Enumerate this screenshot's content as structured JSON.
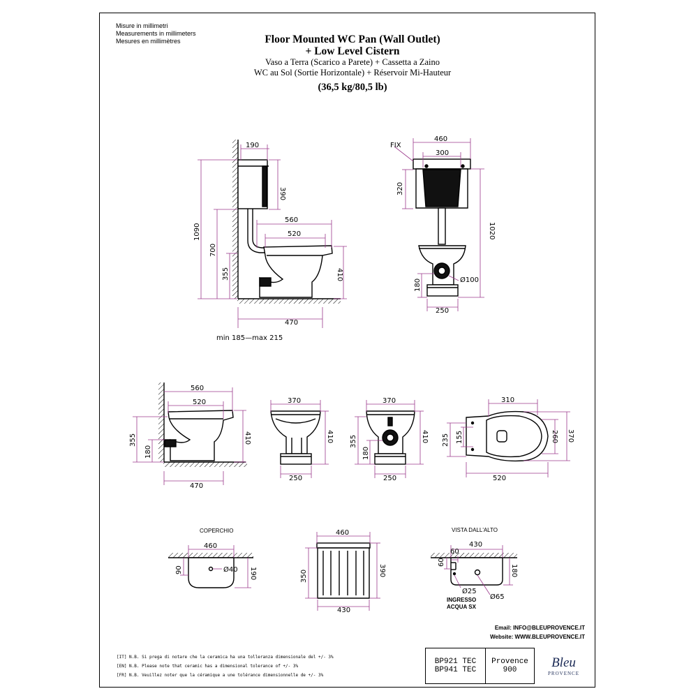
{
  "units": [
    "Misure in millimetri",
    "Measurements in millimeters",
    "Mesures en millimètres"
  ],
  "title": {
    "line1": "Floor Mounted WC Pan (Wall Outlet)",
    "line2": "+ Low Level Cistern",
    "it": "Vaso a Terra (Scarico a Parete) + Cassetta a Zaino",
    "fr": "WC au Sol (Sortie Horizontale) + Réservoir Mi-Hauteur",
    "weight": "(36,5 kg/80,5 lb)"
  },
  "side_view": {
    "dims": {
      "d190": "190",
      "d390": "390",
      "d560": "560",
      "d520": "520",
      "d1090": "1090",
      "d700": "700",
      "d355": "355",
      "d410": "410",
      "d470": "470"
    },
    "note": "min 185—max 215"
  },
  "front_view": {
    "fix": "FIX",
    "dims": {
      "d460": "460",
      "d300": "300",
      "d320": "320",
      "d1020": "1020",
      "d180": "180",
      "d100": "Ø100",
      "d250": "250"
    }
  },
  "pan_side": {
    "d560": "560",
    "d520": "520",
    "d355": "355",
    "d180": "180",
    "d410": "410",
    "d470": "470"
  },
  "pan_front": {
    "d370": "370",
    "d410": "410",
    "d250": "250"
  },
  "pan_back": {
    "d370": "370",
    "d355": "355",
    "d180": "180",
    "d410": "410",
    "d250": "250"
  },
  "pan_top": {
    "d310": "310",
    "d235": "235",
    "d155": "155",
    "d260": "260",
    "d370": "370",
    "d520": "520"
  },
  "lid": {
    "label": "COPERCHIO",
    "d460": "460",
    "d90": "90",
    "d40": "Ø40",
    "d190": "190"
  },
  "cistern_front": {
    "d460": "460",
    "d350": "350",
    "d390": "390",
    "d430": "430"
  },
  "cistern_top": {
    "label": "VISTA DALL'ALTO",
    "d430": "430",
    "d60a": "60",
    "d60b": "60",
    "d180": "180",
    "d25": "Ø25",
    "d65": "Ø65",
    "inlet1": "INGRESSO",
    "inlet2": "ACQUA SX"
  },
  "contact": {
    "email": "Email: INFO@BLEUPROVENCE.IT",
    "website": "Website: WWW.BLEUPROVENCE.IT"
  },
  "notes": [
    "[IT] N.B. Si prega di notare che la ceramica ha una tolleranza dimensionale del +/- 3%",
    "[EN] N.B. Please note that ceramic has a dimensional tolerance of +/- 3%",
    "[FR] N.B. Veuillez noter que la céramique a une tolérance dimensionnelle de +/- 3%"
  ],
  "codes": {
    "c1": "BP921 TEC",
    "c2": "BP941 TEC",
    "range1": "Provence",
    "range2": "900"
  },
  "logo": {
    "name": "Bleu",
    "sub": "PROVENCE"
  },
  "colors": {
    "dim_line": "#9b3a8c",
    "ink": "#000000",
    "brand": "#1b2a55"
  }
}
